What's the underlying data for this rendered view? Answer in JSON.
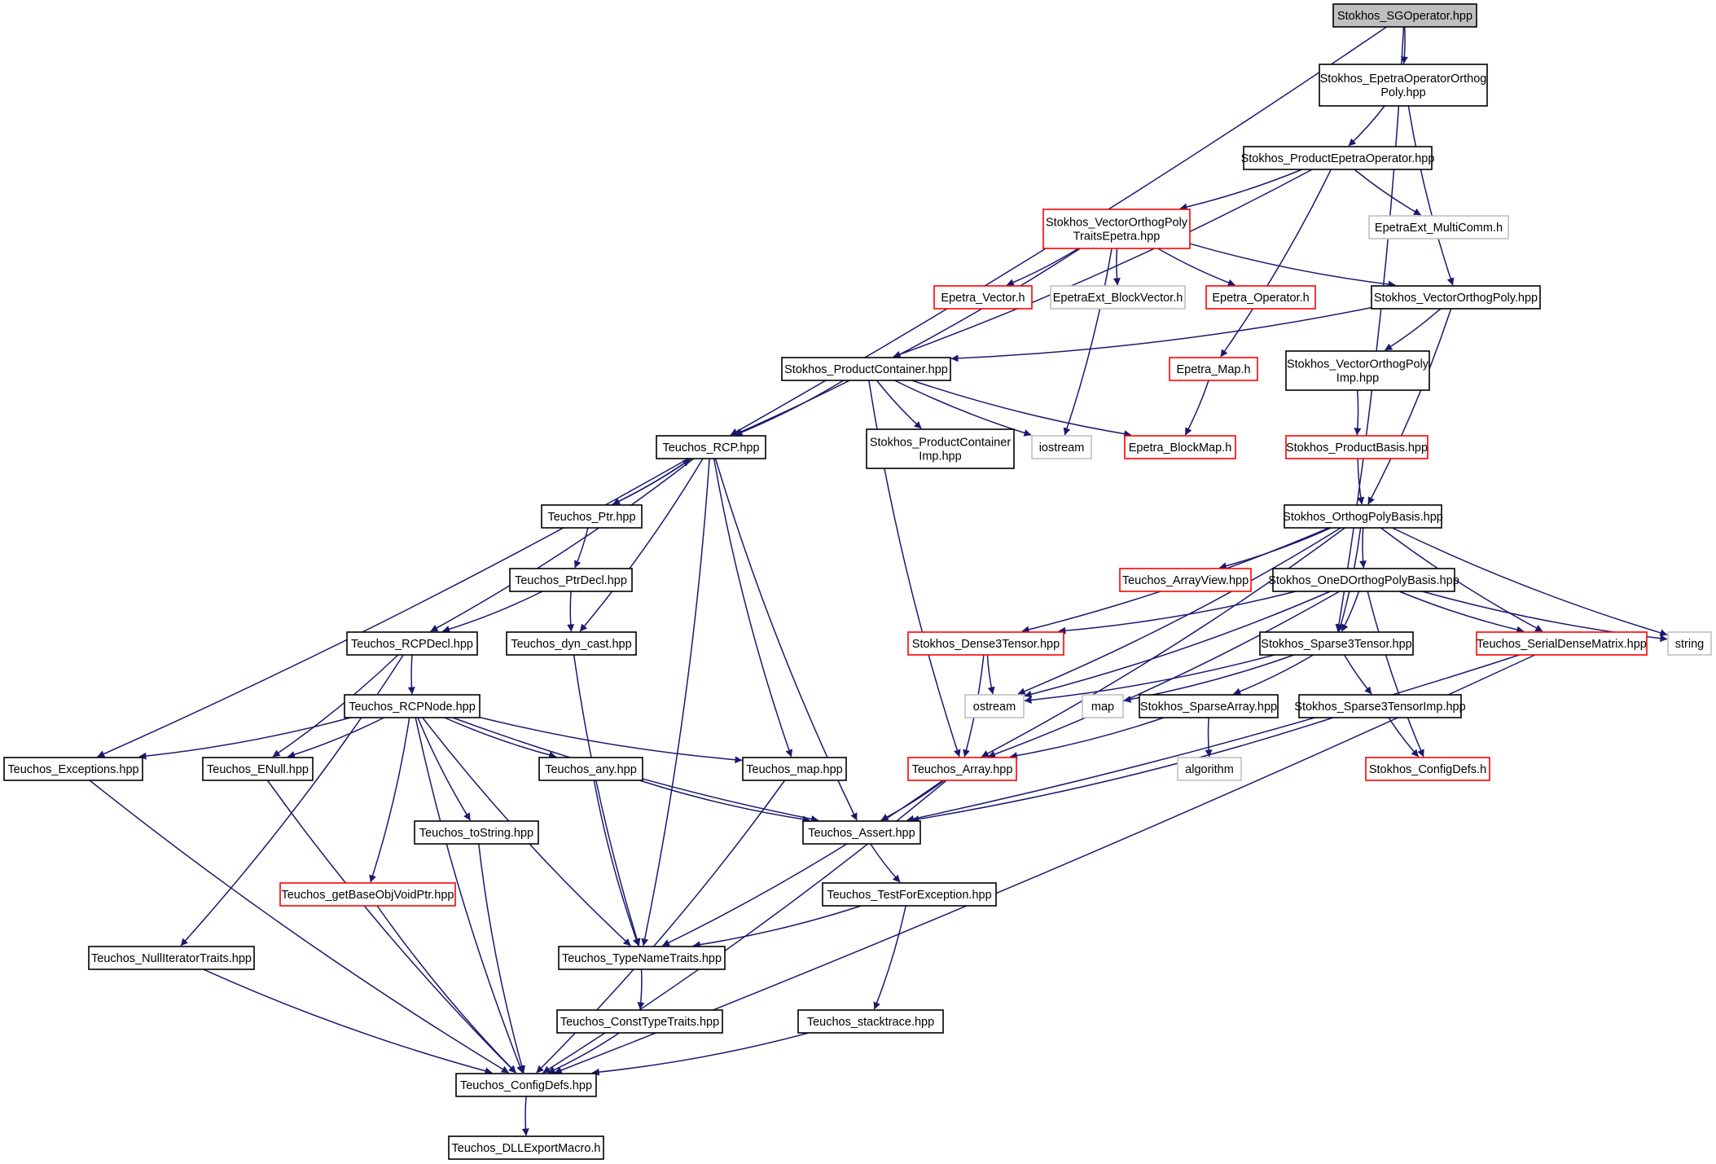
{
  "colors": {
    "edge": "#191970",
    "box_default": "#000000",
    "box_incomplete": "#ff0000",
    "box_external": "#bfbfbf",
    "root_fill": "#bfbfbf",
    "node_fill": "#ffffff"
  },
  "nodes": [
    {
      "id": "sgop",
      "lines": [
        "Stokhos_SGOperator.hpp"
      ],
      "style": "root"
    },
    {
      "id": "epopo",
      "lines": [
        "Stokhos_EpetraOperatorOrthog",
        "Poly.hpp"
      ],
      "style": "normal"
    },
    {
      "id": "prodep",
      "lines": [
        "Stokhos_ProductEpetraOperator.hpp"
      ],
      "style": "normal"
    },
    {
      "id": "vopte",
      "lines": [
        "Stokhos_VectorOrthogPoly",
        "TraitsEpetra.hpp"
      ],
      "style": "red"
    },
    {
      "id": "multicomm",
      "lines": [
        "EpetraExt_MultiComm.h"
      ],
      "style": "gray"
    },
    {
      "id": "epvec",
      "lines": [
        "Epetra_Vector.h"
      ],
      "style": "red"
    },
    {
      "id": "blockvec",
      "lines": [
        "EpetraExt_BlockVector.h"
      ],
      "style": "gray"
    },
    {
      "id": "epop",
      "lines": [
        "Epetra_Operator.h"
      ],
      "style": "red"
    },
    {
      "id": "vop",
      "lines": [
        "Stokhos_VectorOrthogPoly.hpp"
      ],
      "style": "normal"
    },
    {
      "id": "prodcont",
      "lines": [
        "Stokhos_ProductContainer.hpp"
      ],
      "style": "normal"
    },
    {
      "id": "epmap",
      "lines": [
        "Epetra_Map.h"
      ],
      "style": "red"
    },
    {
      "id": "vopimp",
      "lines": [
        "Stokhos_VectorOrthogPoly",
        "Imp.hpp"
      ],
      "style": "normal"
    },
    {
      "id": "rcp",
      "lines": [
        "Teuchos_RCP.hpp"
      ],
      "style": "normal"
    },
    {
      "id": "pcimp",
      "lines": [
        "Stokhos_ProductContainer",
        "Imp.hpp"
      ],
      "style": "normal"
    },
    {
      "id": "iostream",
      "lines": [
        "iostream"
      ],
      "style": "gray"
    },
    {
      "id": "blockmap",
      "lines": [
        "Epetra_BlockMap.h"
      ],
      "style": "red"
    },
    {
      "id": "prodbasis",
      "lines": [
        "Stokhos_ProductBasis.hpp"
      ],
      "style": "red"
    },
    {
      "id": "ptr",
      "lines": [
        "Teuchos_Ptr.hpp"
      ],
      "style": "normal"
    },
    {
      "id": "opb",
      "lines": [
        "Stokhos_OrthogPolyBasis.hpp"
      ],
      "style": "normal"
    },
    {
      "id": "ptrdecl",
      "lines": [
        "Teuchos_PtrDecl.hpp"
      ],
      "style": "normal"
    },
    {
      "id": "arrview",
      "lines": [
        "Teuchos_ArrayView.hpp"
      ],
      "style": "red"
    },
    {
      "id": "oneopb",
      "lines": [
        "Stokhos_OneDOrthogPolyBasis.hpp"
      ],
      "style": "normal"
    },
    {
      "id": "rcpdecl",
      "lines": [
        "Teuchos_RCPDecl.hpp"
      ],
      "style": "normal"
    },
    {
      "id": "dyncast",
      "lines": [
        "Teuchos_dyn_cast.hpp"
      ],
      "style": "normal"
    },
    {
      "id": "d3t",
      "lines": [
        "Stokhos_Dense3Tensor.hpp"
      ],
      "style": "red"
    },
    {
      "id": "s3t",
      "lines": [
        "Stokhos_Sparse3Tensor.hpp"
      ],
      "style": "normal"
    },
    {
      "id": "sdm",
      "lines": [
        "Teuchos_SerialDenseMatrix.hpp"
      ],
      "style": "red"
    },
    {
      "id": "string",
      "lines": [
        "string"
      ],
      "style": "gray"
    },
    {
      "id": "rcpnode",
      "lines": [
        "Teuchos_RCPNode.hpp"
      ],
      "style": "normal"
    },
    {
      "id": "ostream",
      "lines": [
        "ostream"
      ],
      "style": "gray"
    },
    {
      "id": "map",
      "lines": [
        "map"
      ],
      "style": "gray"
    },
    {
      "id": "sparr",
      "lines": [
        "Stokhos_SparseArray.hpp"
      ],
      "style": "normal"
    },
    {
      "id": "s3timp",
      "lines": [
        "Stokhos_Sparse3TensorImp.hpp"
      ],
      "style": "normal"
    },
    {
      "id": "exc",
      "lines": [
        "Teuchos_Exceptions.hpp"
      ],
      "style": "normal"
    },
    {
      "id": "enull",
      "lines": [
        "Teuchos_ENull.hpp"
      ],
      "style": "normal"
    },
    {
      "id": "any",
      "lines": [
        "Teuchos_any.hpp"
      ],
      "style": "normal"
    },
    {
      "id": "tmap",
      "lines": [
        "Teuchos_map.hpp"
      ],
      "style": "normal"
    },
    {
      "id": "array",
      "lines": [
        "Teuchos_Array.hpp"
      ],
      "style": "red"
    },
    {
      "id": "algorithm",
      "lines": [
        "algorithm"
      ],
      "style": "gray"
    },
    {
      "id": "scfg",
      "lines": [
        "Stokhos_ConfigDefs.h"
      ],
      "style": "red"
    },
    {
      "id": "tostr",
      "lines": [
        "Teuchos_toString.hpp"
      ],
      "style": "normal"
    },
    {
      "id": "assert",
      "lines": [
        "Teuchos_Assert.hpp"
      ],
      "style": "normal"
    },
    {
      "id": "gbovp",
      "lines": [
        "Teuchos_getBaseObjVoidPtr.hpp"
      ],
      "style": "red"
    },
    {
      "id": "tfe",
      "lines": [
        "Teuchos_TestForException.hpp"
      ],
      "style": "normal"
    },
    {
      "id": "nit",
      "lines": [
        "Teuchos_NullIteratorTraits.hpp"
      ],
      "style": "normal"
    },
    {
      "id": "tnt",
      "lines": [
        "Teuchos_TypeNameTraits.hpp"
      ],
      "style": "normal"
    },
    {
      "id": "ctt",
      "lines": [
        "Teuchos_ConstTypeTraits.hpp"
      ],
      "style": "normal"
    },
    {
      "id": "stack",
      "lines": [
        "Teuchos_stacktrace.hpp"
      ],
      "style": "normal"
    },
    {
      "id": "tcfg",
      "lines": [
        "Teuchos_ConfigDefs.hpp"
      ],
      "style": "normal"
    },
    {
      "id": "dll",
      "lines": [
        "Teuchos_DLLExportMacro.h"
      ],
      "style": "normal"
    }
  ],
  "edges": [
    [
      "sgop",
      "epopo"
    ],
    [
      "sgop",
      "rcp"
    ],
    [
      "sgop",
      "s3t"
    ],
    [
      "epopo",
      "prodep"
    ],
    [
      "epopo",
      "vop"
    ],
    [
      "prodep",
      "vopte"
    ],
    [
      "prodep",
      "multicomm"
    ],
    [
      "prodep",
      "prodcont"
    ],
    [
      "prodep",
      "epmap"
    ],
    [
      "vopte",
      "epvec"
    ],
    [
      "vopte",
      "blockvec"
    ],
    [
      "vopte",
      "epop"
    ],
    [
      "vopte",
      "vop"
    ],
    [
      "vopte",
      "rcp"
    ],
    [
      "vopte",
      "iostream"
    ],
    [
      "vop",
      "prodcont"
    ],
    [
      "vop",
      "vopimp"
    ],
    [
      "vop",
      "opb"
    ],
    [
      "vopimp",
      "prodbasis"
    ],
    [
      "prodbasis",
      "opb"
    ],
    [
      "prodcont",
      "rcp"
    ],
    [
      "prodcont",
      "pcimp"
    ],
    [
      "prodcont",
      "iostream"
    ],
    [
      "prodcont",
      "blockmap"
    ],
    [
      "prodcont",
      "array"
    ],
    [
      "epmap",
      "blockmap"
    ],
    [
      "rcp",
      "ptr"
    ],
    [
      "rcp",
      "rcpdecl"
    ],
    [
      "rcp",
      "dyncast"
    ],
    [
      "rcp",
      "exc"
    ],
    [
      "rcp",
      "tmap"
    ],
    [
      "rcp",
      "assert"
    ],
    [
      "rcp",
      "tnt"
    ],
    [
      "ptr",
      "rcp"
    ],
    [
      "ptr",
      "ptrdecl"
    ],
    [
      "ptrdecl",
      "rcpdecl"
    ],
    [
      "ptrdecl",
      "dyncast"
    ],
    [
      "rcpdecl",
      "rcpnode"
    ],
    [
      "rcpdecl",
      "enull"
    ],
    [
      "rcpdecl",
      "nit"
    ],
    [
      "dyncast",
      "tnt"
    ],
    [
      "rcpnode",
      "exc"
    ],
    [
      "rcpnode",
      "enull"
    ],
    [
      "rcpnode",
      "any"
    ],
    [
      "rcpnode",
      "tmap"
    ],
    [
      "rcpnode",
      "assert"
    ],
    [
      "rcpnode",
      "tostr"
    ],
    [
      "rcpnode",
      "gbovp"
    ],
    [
      "rcpnode",
      "tnt"
    ],
    [
      "rcpnode",
      "tcfg"
    ],
    [
      "opb",
      "arrview"
    ],
    [
      "opb",
      "oneopb"
    ],
    [
      "opb",
      "d3t"
    ],
    [
      "opb",
      "s3t"
    ],
    [
      "opb",
      "sdm"
    ],
    [
      "opb",
      "string"
    ],
    [
      "opb",
      "ostream"
    ],
    [
      "opb",
      "array"
    ],
    [
      "oneopb",
      "d3t"
    ],
    [
      "oneopb",
      "s3t"
    ],
    [
      "oneopb",
      "sdm"
    ],
    [
      "oneopb",
      "string"
    ],
    [
      "oneopb",
      "ostream"
    ],
    [
      "oneopb",
      "array"
    ],
    [
      "oneopb",
      "scfg"
    ],
    [
      "d3t",
      "ostream"
    ],
    [
      "d3t",
      "array"
    ],
    [
      "s3t",
      "ostream"
    ],
    [
      "s3t",
      "map"
    ],
    [
      "s3t",
      "sparr"
    ],
    [
      "s3t",
      "s3timp"
    ],
    [
      "sparr",
      "array"
    ],
    [
      "sparr",
      "algorithm"
    ],
    [
      "s3timp",
      "scfg"
    ],
    [
      "s3timp",
      "assert"
    ],
    [
      "sdm",
      "assert"
    ],
    [
      "sdm",
      "tcfg"
    ],
    [
      "exc",
      "tcfg"
    ],
    [
      "enull",
      "tcfg"
    ],
    [
      "any",
      "assert"
    ],
    [
      "any",
      "tnt"
    ],
    [
      "tmap",
      "tcfg"
    ],
    [
      "array",
      "assert"
    ],
    [
      "array",
      "tnt"
    ],
    [
      "array",
      "tcfg"
    ],
    [
      "tostr",
      "tcfg"
    ],
    [
      "gbovp",
      "tcfg"
    ],
    [
      "nit",
      "tcfg"
    ],
    [
      "assert",
      "tfe"
    ],
    [
      "tfe",
      "tnt"
    ],
    [
      "tfe",
      "stack"
    ],
    [
      "tnt",
      "ctt"
    ],
    [
      "ctt",
      "tcfg"
    ],
    [
      "stack",
      "tcfg"
    ],
    [
      "tcfg",
      "dll"
    ]
  ]
}
